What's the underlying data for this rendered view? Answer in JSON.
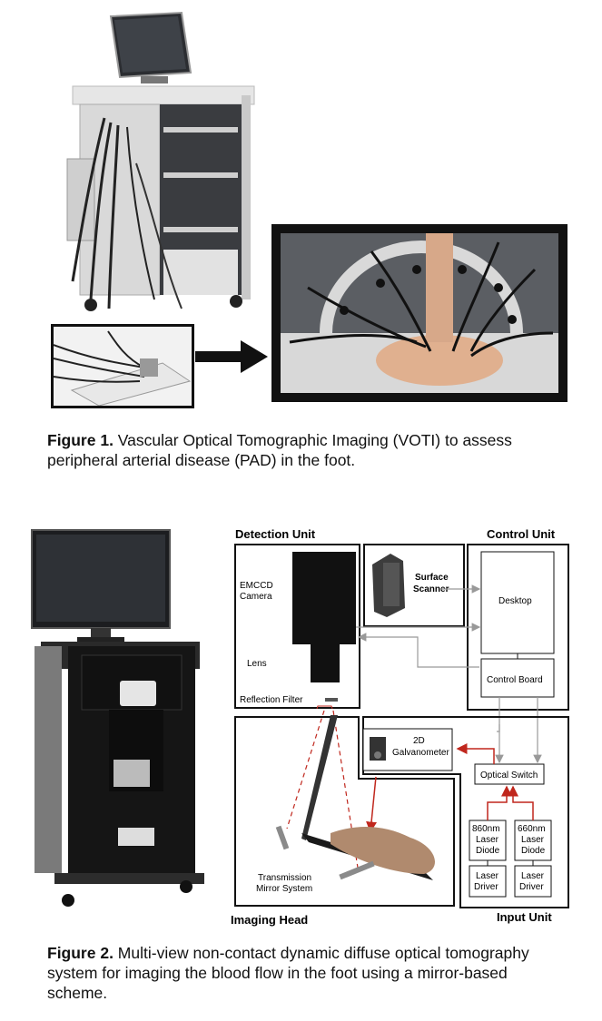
{
  "figure1": {
    "caption_label": "Figure 1.",
    "caption_text": " Vascular Optical Tomographic Imaging (VOTI) to assess peripheral arterial disease (PAD) in the foot."
  },
  "figure2": {
    "caption_label": "Figure 2.",
    "caption_text": " Multi-view non-contact dynamic diffuse optical tomography system for imaging the blood flow in the foot using a mirror-based scheme.",
    "diagram": {
      "detection_unit": "Detection Unit",
      "control_unit": "Control Unit",
      "imaging_head": "Imaging Head",
      "input_unit": "Input Unit",
      "emccd_camera_1": "EMCCD",
      "emccd_camera_2": "Camera",
      "lens": "Lens",
      "reflection_filter": "Reflection Filter",
      "surface_scanner_1": "Surface",
      "surface_scanner_2": "Scanner",
      "desktop": "Desktop",
      "control_board": "Control Board",
      "galvanometer_1": "2D",
      "galvanometer_2": "Galvanometer",
      "optical_switch": "Optical Switch",
      "laser_860_1": "860nm",
      "laser_860_2": "Laser",
      "laser_860_3": "Diode",
      "laser_660_1": "660nm",
      "laser_660_2": "Laser",
      "laser_660_3": "Diode",
      "driver_a_1": "Laser",
      "driver_a_2": "Driver",
      "driver_b_1": "Laser",
      "driver_b_2": "Driver",
      "mirror_system_1": "Transmission",
      "mirror_system_2": "Mirror System"
    }
  }
}
